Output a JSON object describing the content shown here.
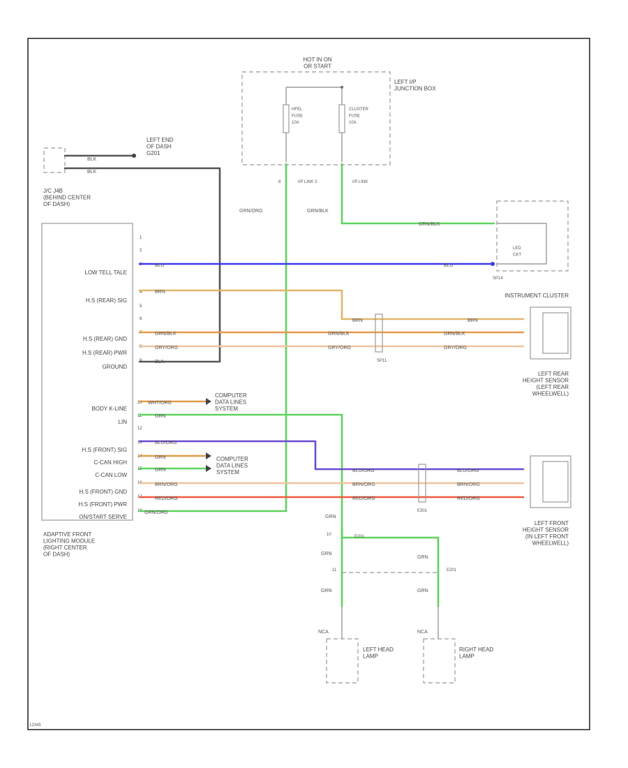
{
  "colors": {
    "black": "#555555",
    "blue": "#3b3bf0",
    "green": "#5ed35e",
    "tan": "#e1b66a",
    "orange": "#e39b4a",
    "peach": "#f0c49e",
    "purple": "#6a4bd1",
    "red": "#f05a3c",
    "dash": "#999999"
  },
  "labels": {
    "hot_on_run": "HOT IN ON\nOR START",
    "left_ip_junction_box": "LEFT I/P\nJUNCTION BOX",
    "hfel_fuse": "HFEL\nFUSE\n10A",
    "cluster_fuse": "CLUSTER\nFUSE\n10A",
    "ip_link_3": "I/P LINK 3",
    "ip_link": "I/P LINK",
    "left_end_of_dash": "LEFT END\nOF DASH\nG201",
    "jc_j4b": "J/C J4B\n(BEHIND CENTER\nOF DASH)",
    "led_ckt": "LED\nCKT",
    "instrument_cluster": "INSTRUMENT\nCLUSTER",
    "left_rear_sensor": "LEFT REAR\nHEIGHT SENSOR\n(LEFT REAR\nWHEELWELL)",
    "left_front_sensor": "LEFT FRONT\nHEIGHT SENSOR\n(IN LEFT FRONT\nWHEELWELL)",
    "computer_data_1": "COMPUTER\nDATA LINES\nSYSTEM",
    "computer_data_2": "COMPUTER\nDATA LINES\nSYSTEM",
    "module_name": "ADAPTIVE FRONT\nLIGHTING MODULE\n(RIGHT CENTER\nOF DASH)",
    "left_head_lamp": "LEFT HEAD\nLAMP",
    "right_head_lamp": "RIGHT HEAD\nLAMP",
    "diagram_id": "12345",
    "jc_e201": "E201",
    "sp_label_1": "SP14",
    "sp_label_2": "SP11",
    "sp_label_3": "E301",
    "sp_label_4": "E201"
  },
  "module_pins": [
    "LOW TELL TALE",
    "H.S (REAR) SIG",
    "H.S (REAR) GND",
    "H.S (REAR) PWR",
    "GROUND",
    "BODY K-LINE",
    "LIN",
    "H.S (FRONT) SIG",
    "C-CAN HIGH",
    "C-CAN LOW",
    "H.S (FRONT) GND",
    "H.S (FRONT) PWR",
    "ON/START SERVE"
  ],
  "wire_labels": {
    "blk1": "BLK",
    "blk2": "BLK",
    "blu": "BLU",
    "blu2": "BLU",
    "brn": "BRN",
    "brn2": "BRN",
    "brn3": "BRN",
    "grn_blk_rear": "GRN/BLK",
    "grn_blk_rear2": "GRN/BLK",
    "gry_org": "GRY/ORG",
    "gry_org2": "GRY/ORG",
    "gry_org3": "GRY/ORG",
    "blk_gnd": "BLK",
    "wht_org": "WHT/ORG",
    "grn_lin": "GRN",
    "blu_org": "BLU/ORG",
    "blu_org2": "BLU/ORG",
    "blu_org3": "BLU/ORG",
    "grn_can": "GRN",
    "grn_can2": "GRN",
    "brn_org": "BRN/ORG",
    "brn_org2": "BRN/ORG",
    "brn_org3": "BRN/ORG",
    "red_org": "RED/ORG",
    "red_org2": "RED/ORG",
    "red_org3": "RED/ORG",
    "grn_org": "GRN/ORG",
    "grn_org_v": "GRN/ORG",
    "grn_blk_v": "GRN/BLK",
    "grn_blk_h": "GRN/BLK",
    "grn_a": "GRN",
    "grn_b": "GRN",
    "grn_c": "GRN",
    "grn_d": "GRN",
    "grn_e": "GRN",
    "nca_l": "NCA",
    "nca_r": "NCA"
  }
}
